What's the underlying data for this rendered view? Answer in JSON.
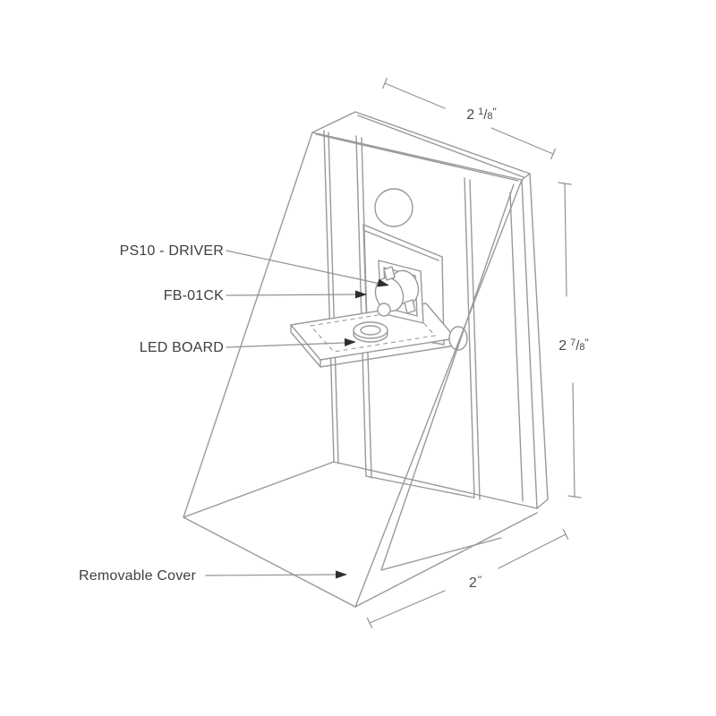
{
  "diagram": {
    "callouts": {
      "driver": "PS10 - DRIVER",
      "bracket": "FB-01CK",
      "led_board": "LED BOARD",
      "cover": "Removable Cover"
    },
    "dimensions": {
      "width_top": {
        "whole": "2",
        "numerator": "1",
        "slash": "/",
        "denominator": "8",
        "unit": "\""
      },
      "height_right": {
        "whole": "2",
        "numerator": "7",
        "slash": "/",
        "denominator": "8",
        "unit": "\""
      },
      "depth_bottom": {
        "whole": "2",
        "unit": "\""
      }
    },
    "colors": {
      "line": "#97999b",
      "label_text": "#3c4043",
      "dimension_text": "#474b4e",
      "arrow": "#2c2f31",
      "background": "#ffffff"
    }
  }
}
